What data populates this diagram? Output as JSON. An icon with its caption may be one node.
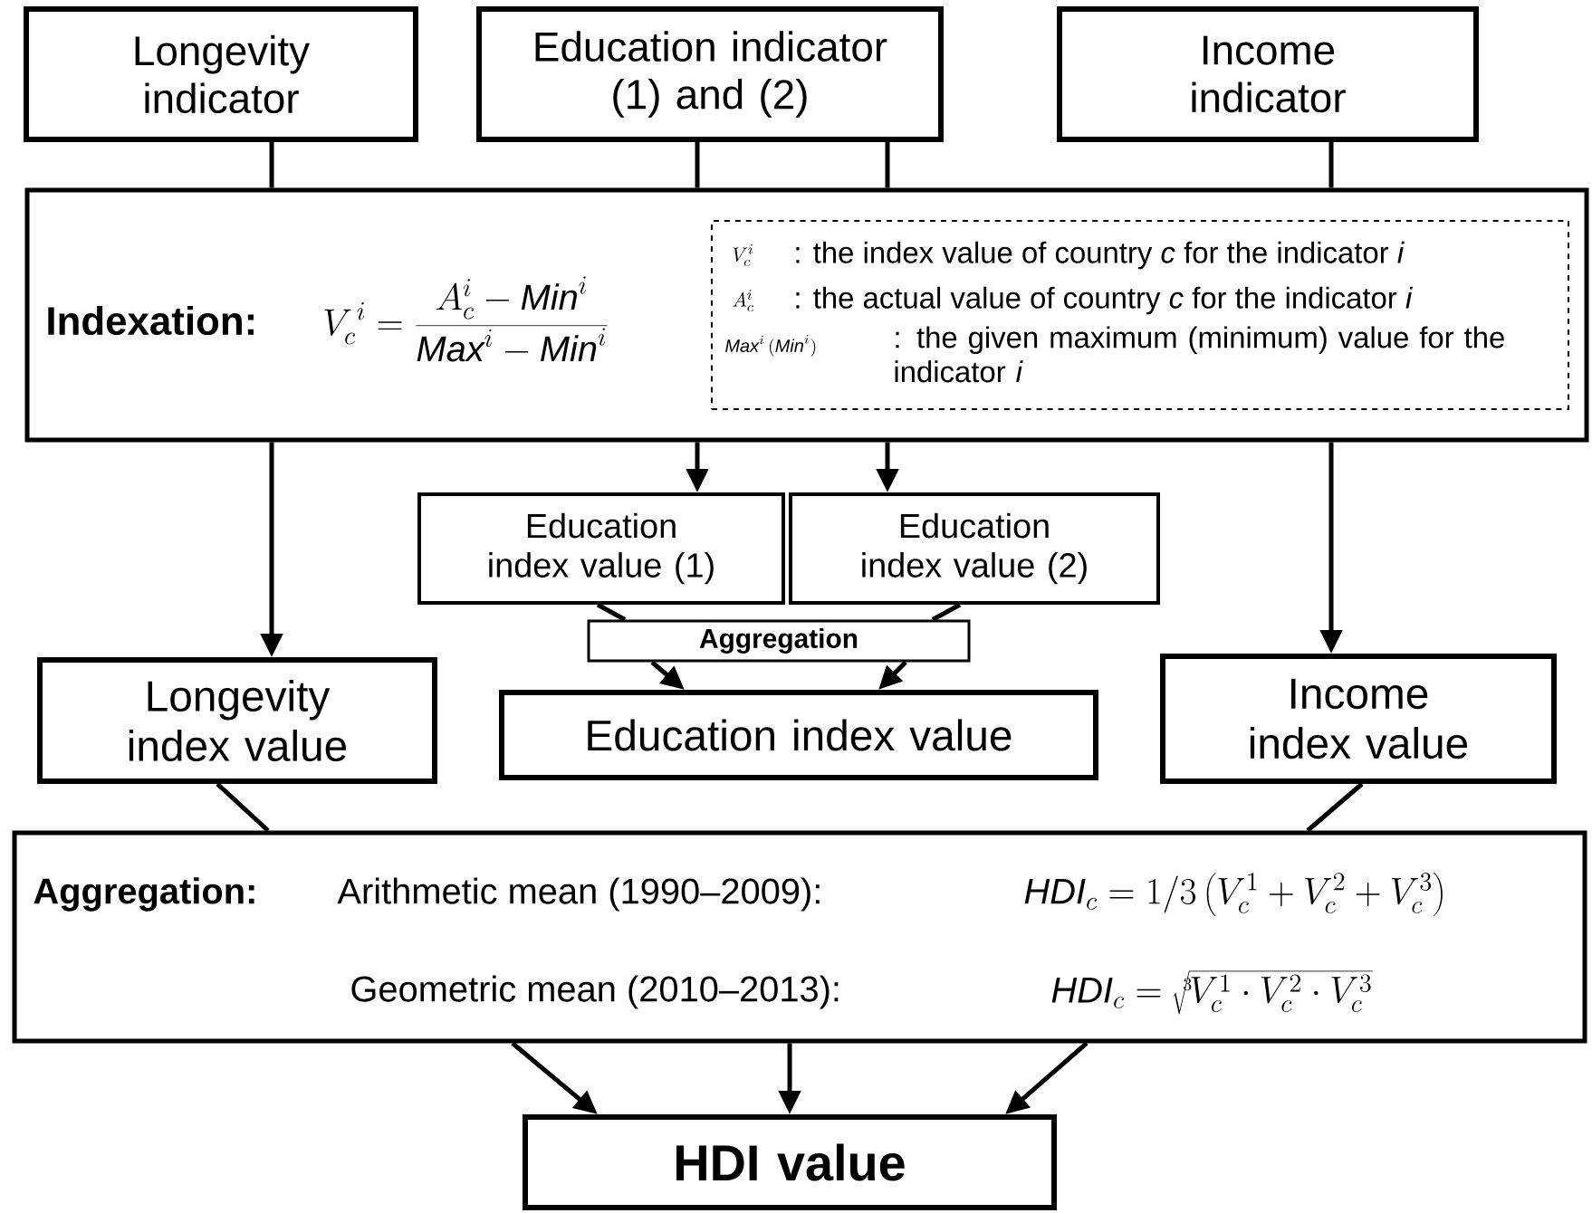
{
  "diagram": {
    "nodes": [
      {
        "text": [
          "Longevity indicator"
        ]
      },
      {
        "text": [
          "Education indicator (1) and (2)"
        ]
      },
      {
        "text": [
          "Income indicator"
        ]
      },
      {
        "text": [
          "Indexation:",
          "V_c^{\\,i}=\\frac{A_c^i-\\mathit{Min}^i}{\\mathit{Max}^i-\\mathit{Min}^i}"
        ]
      },
      {
        "text": [
          "V_c^i",
          ": the index value of country *c* for the indicator *i*",
          "A_c^i",
          ": the actual value of country *c* for the indicator *i*",
          "\\mathit{Max}^i\\,(\\mathit{Min}^i)",
          ": the given maximum (minimum) value for the indicator *i*"
        ],
        "in": 3
      },
      {
        "text": [
          "Education index value (1)"
        ]
      },
      {
        "text": [
          "Education index value (2)"
        ]
      },
      {
        "text": [
          "Aggregation"
        ]
      },
      {
        "text": [
          "Longevity index value"
        ]
      },
      {
        "text": [
          "Education index value"
        ]
      },
      {
        "text": [
          "Income index value"
        ]
      },
      {
        "text": [
          "Aggregation:",
          "Arithmetic mean (1990–2009):",
          "\\mathit{HDI}_c=1/3\\left(V_c^1+V_c^2+V_c^3\\right)",
          "Geometric mean (2010–2013):",
          "\\mathit{HDI}_c=\\sqrt[3]{V_c^1\\cdot V_c^2\\cdot V_c^3}"
        ]
      },
      {
        "text": [
          "HDI value"
        ]
      }
    ],
    "edges": [
      {
        "from": 0,
        "to": 3,
        "arrow": "none"
      },
      {
        "from": 1,
        "to": 3,
        "arrow": "none"
      },
      {
        "from": 1,
        "to": 3,
        "arrow": "none"
      },
      {
        "from": 2,
        "to": 3,
        "arrow": "none"
      },
      {
        "from": 3,
        "to": 5,
        "arrow": "to"
      },
      {
        "from": 3,
        "to": 6,
        "arrow": "to"
      },
      {
        "from": 3,
        "to": 8,
        "arrow": "to"
      },
      {
        "from": 3,
        "to": 10,
        "arrow": "to"
      },
      {
        "from": 5,
        "to": 7,
        "arrow": "none"
      },
      {
        "from": 6,
        "to": 7,
        "arrow": "none"
      },
      {
        "from": 7,
        "to": 9,
        "arrow": "to"
      },
      {
        "from": 7,
        "to": 9,
        "arrow": "to"
      },
      {
        "from": 8,
        "to": 11,
        "arrow": "none"
      },
      {
        "from": 10,
        "to": 11,
        "arrow": "none"
      },
      {
        "from": 11,
        "to": 12,
        "arrow": "to"
      },
      {
        "from": 11,
        "to": 12,
        "arrow": "to"
      },
      {
        "from": 11,
        "to": 12,
        "arrow": "to"
      }
    ]
  }
}
